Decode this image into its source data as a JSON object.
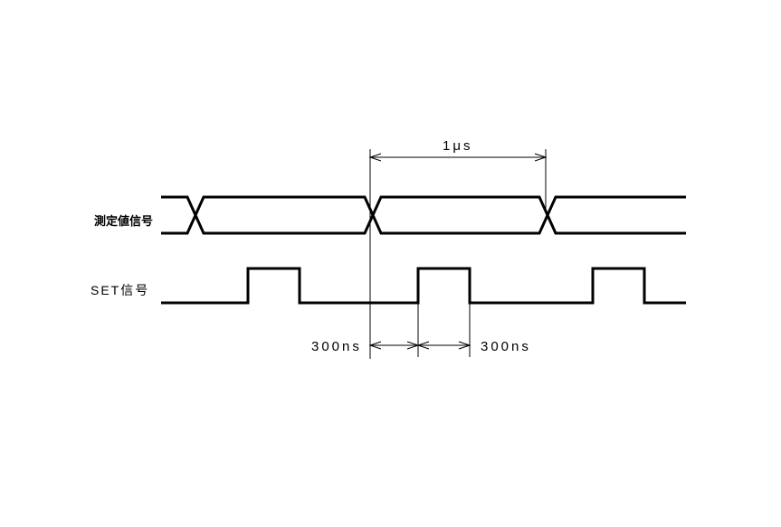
{
  "signals": {
    "measurement_label": "測定値信号",
    "set_label": "SET信号"
  },
  "dimensions": {
    "period_label": "1μs",
    "delay_left_label": "300ns",
    "delay_right_label": "300ns"
  }
}
